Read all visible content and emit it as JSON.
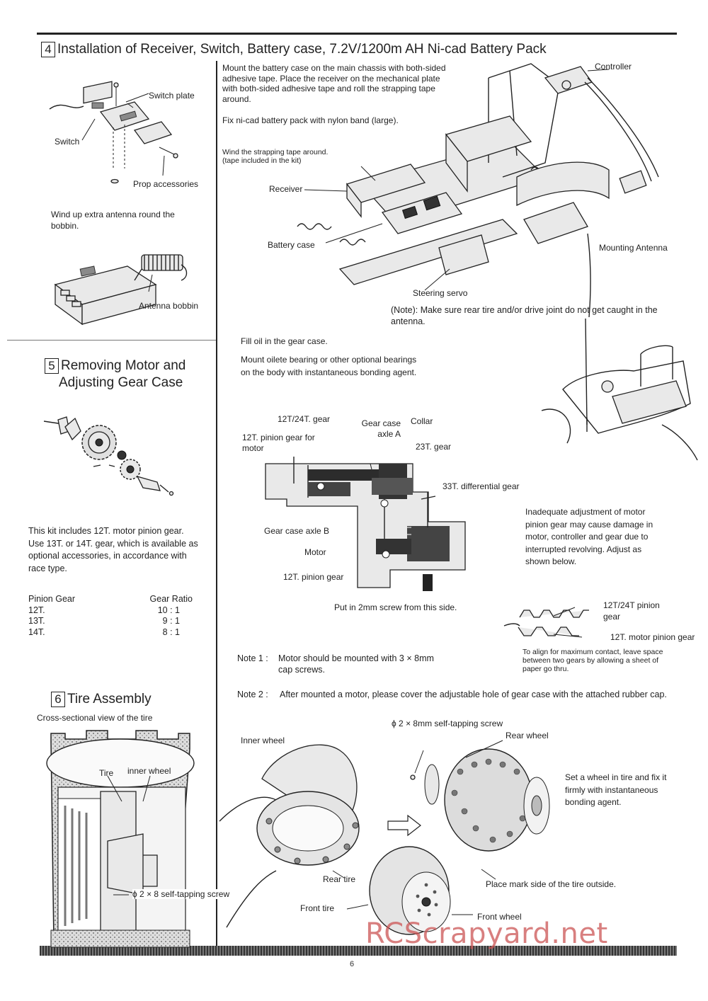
{
  "page_number": "6",
  "watermark": "RCScrapyard.net",
  "section4": {
    "number": "4",
    "title": "Installation of Receiver, Switch, Battery case, 7.2V/1200m AH Ni-cad Battery Pack",
    "labels": {
      "switch_plate": "Switch plate",
      "switch": "Switch",
      "prop_accessories": "Prop accessories",
      "antenna_bobbin": "Antenna bobbin",
      "controller": "Controller",
      "receiver": "Receiver",
      "battery_case": "Battery case",
      "steering_servo": "Steering servo",
      "mounting_antenna": "Mounting Antenna"
    },
    "wind_antenna_text": "Wind up extra antenna round the bobbin.",
    "instr_mount": "Mount the battery case on the main chassis with both-sided adhesive tape. Place the receiver on the mechanical plate with both-sided adhesive tape and roll the strapping tape around.",
    "instr_fix": "Fix ni-cad battery pack with nylon band (large).",
    "instr_wind": "Wind the strapping tape around. (tape included in the kit)",
    "note_label": "(Note):",
    "note_text": "Make sure rear tire and/or drive joint do not get caught in the antenna."
  },
  "section5": {
    "number": "5",
    "title_line1": "Removing Motor and",
    "title_line2": "Adjusting Gear Case",
    "kit_text": "This kit includes 12T. motor pinion gear. Use 13T. or 14T. gear, which is available as optional accessories, in accordance with race type.",
    "table_headers": [
      "Pinion Gear",
      "Gear Ratio"
    ],
    "table_rows": [
      [
        "12T.",
        "10 : 1"
      ],
      [
        "13T.",
        "9 : 1"
      ],
      [
        "14T.",
        "8 : 1"
      ]
    ],
    "fill_oil": "Fill oil in the gear case.",
    "mount_oilete": "Mount oilete bearing or other optional bearings on the body with instantaneous bonding agent.",
    "gear_labels": {
      "g12_24": "12T/24T. gear",
      "gear_case_axle_a": "Gear case axle A",
      "collar": "Collar",
      "pinion_for_motor": "12T. pinion gear for motor",
      "g23": "23T. gear",
      "g33": "33T. differential gear",
      "gear_case_axle_b": "Gear case axle B",
      "motor": "Motor",
      "pinion12": "12T. pinion gear",
      "screw_note": "Put in 2mm screw from this side."
    },
    "inadequate_text": "Inadequate adjustment of motor pinion gear may cause damage in motor, controller and gear due to interrupted revolving. Adjust as shown below.",
    "mesh_labels": {
      "upper": "12T/24T pinion gear",
      "lower": "12T. motor pinion gear"
    },
    "align_text": "To align for maximum contact, leave space between two gears by allowing a sheet of paper go thru.",
    "note1_label": "Note 1 :",
    "note1_text": "Motor should be mounted with 3 × 8mm cap screws.",
    "note2_label": "Note 2 :",
    "note2_text": "After mounted a motor, please cover the adjustable hole of gear case with the attached rubber cap."
  },
  "section6": {
    "number": "6",
    "title": "Tire Assembly",
    "subtitle": "Cross-sectional view of the tire",
    "labels": {
      "tire": "Tire",
      "inner_wheel_cs": "inner wheel",
      "screw_cs": "ϕ 2 × 8 self-tapping screw",
      "inner_wheel": "Inner wheel",
      "screw": "ϕ 2 × 8mm self-tapping screw",
      "rear_wheel": "Rear wheel",
      "set_wheel": "Set a wheel in tire and fix it firmly with instantaneous bonding agent.",
      "rear_tire": "Rear tire",
      "place_mark": "Place mark side of the tire outside.",
      "front_tire": "Front tire",
      "front_wheel": "Front wheel"
    }
  }
}
